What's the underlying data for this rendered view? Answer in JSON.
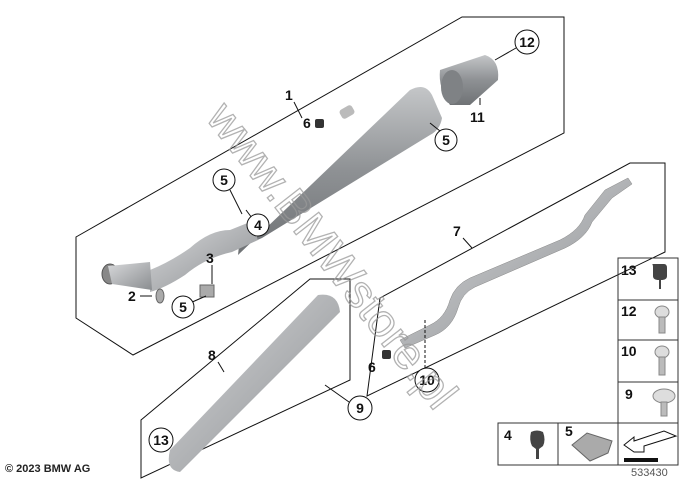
{
  "diagram": {
    "callouts": {
      "panel1": "1",
      "c12": "12",
      "c11": "11",
      "c6a": "6",
      "c5a": "5",
      "c5b": "5",
      "c4": "4",
      "c3": "3",
      "c2": "2",
      "c5c": "5",
      "panel7": "7",
      "c6b": "6",
      "c10": "10",
      "panel8": "8",
      "c9": "9",
      "c13": "13"
    },
    "parts_grid": [
      "13",
      "12",
      "10",
      "9",
      "4",
      "5"
    ],
    "watermark": "www.BMWstore.pl"
  },
  "footer": {
    "copyright": "© 2023 BMW AG",
    "diagram_number": "533430"
  },
  "colors": {
    "part": "#9a9da0",
    "line": "#111111"
  }
}
